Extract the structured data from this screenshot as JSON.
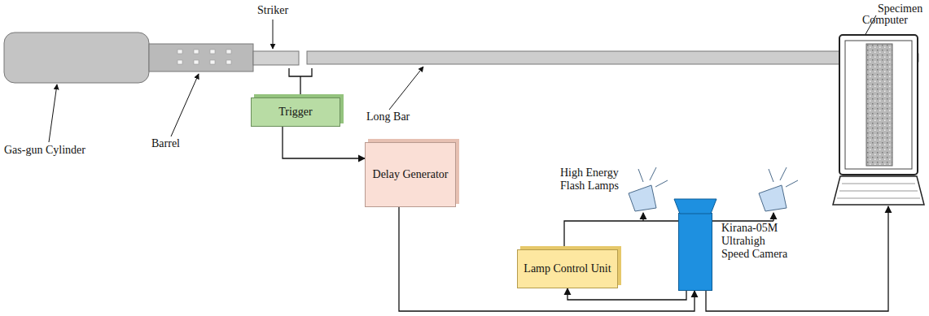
{
  "diagram": {
    "nodes": [
      {
        "text": [
          "Trigger"
        ]
      },
      {
        "text": [
          "Delay Generator"
        ]
      },
      {
        "text": [
          "Lamp Control Unit"
        ]
      },
      {
        "text": [
          "Kirana-05M Ultrahigh Speed Camera"
        ]
      },
      {
        "text": [
          "Computer"
        ]
      }
    ],
    "edges": [
      {
        "from": 0,
        "to": 1,
        "arrow": "to"
      },
      {
        "from": 1,
        "to": 3,
        "arrow": "to"
      },
      {
        "from": 3,
        "to": 2,
        "arrow": "to"
      },
      {
        "from": 3,
        "to": 4,
        "arrow": "to"
      }
    ],
    "labels": [
      "Striker",
      "Specimen",
      "Gas-gun Cylinder",
      "Barrel",
      "Long Bar",
      "High Energy Flash Lamps"
    ]
  }
}
